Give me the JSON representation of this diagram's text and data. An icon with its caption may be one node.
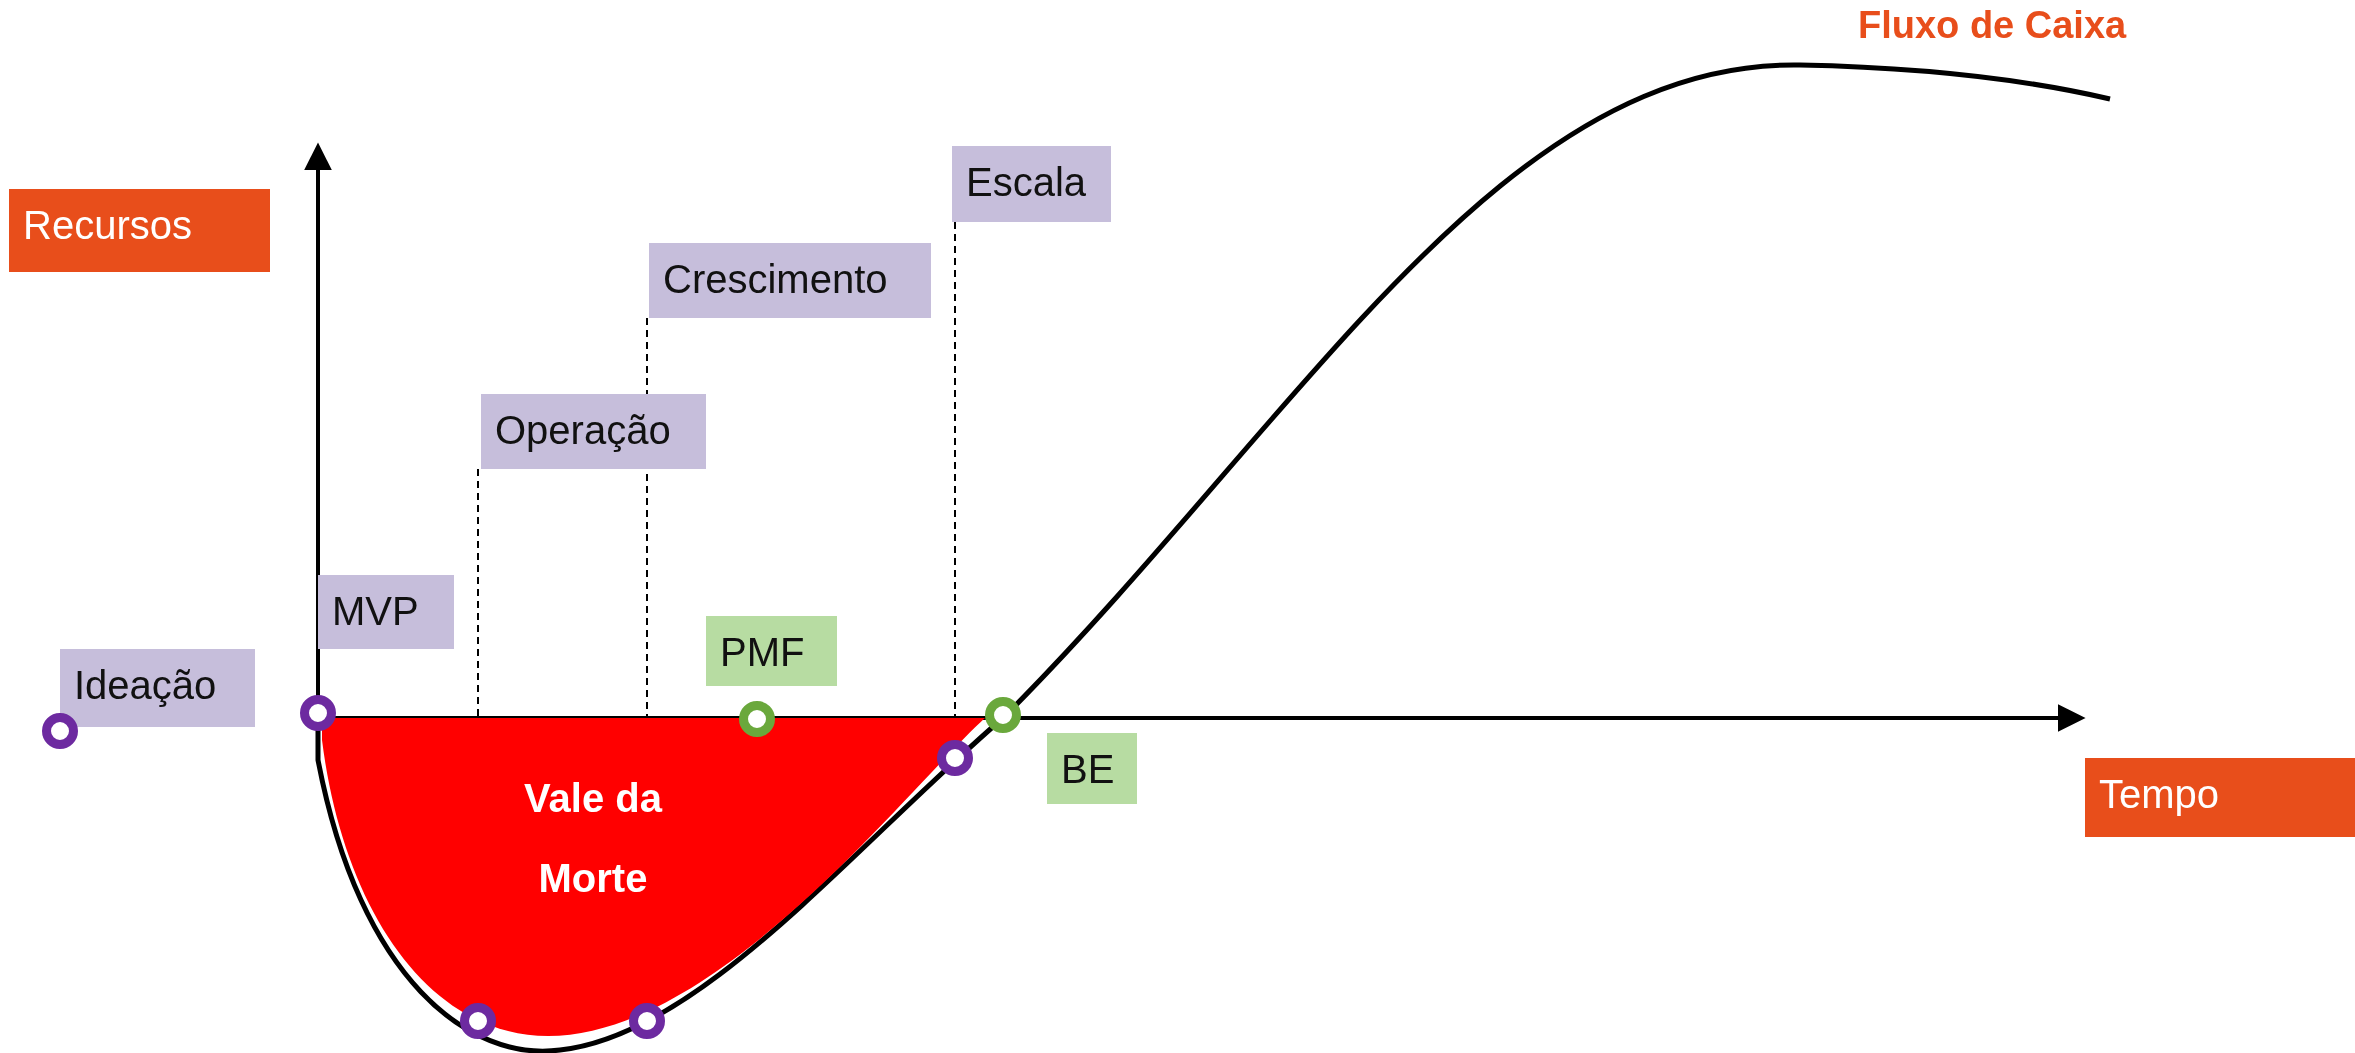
{
  "diagram": {
    "nodes": [
      {
        "text": [
          "Ideação"
        ]
      },
      {
        "text": [
          "MVP"
        ]
      },
      {
        "text": [
          "Operação"
        ]
      },
      {
        "text": [
          "Crescimento"
        ]
      },
      {
        "text": [
          "Escala"
        ]
      },
      {
        "text": [
          "PMF"
        ]
      },
      {
        "text": [
          "BE"
        ]
      },
      {
        "text": [
          "Recursos"
        ]
      },
      {
        "text": [
          "Tempo"
        ]
      },
      {
        "text": [
          "Vale da Morte"
        ]
      },
      {
        "text": [],
        "shape": "circle"
      },
      {
        "text": [],
        "shape": "circle"
      },
      {
        "text": [],
        "shape": "circle"
      },
      {
        "text": [],
        "shape": "circle"
      },
      {
        "text": [],
        "shape": "circle"
      },
      {
        "text": [],
        "shape": "circle"
      },
      {
        "text": [],
        "shape": "circle"
      }
    ],
    "edges": [
      {
        "from": 2,
        "to": 12,
        "arrow": "none",
        "style": "dashed"
      },
      {
        "from": 3,
        "to": 13,
        "arrow": "none",
        "style": "dashed"
      },
      {
        "from": 4,
        "to": 15,
        "arrow": "none",
        "style": "dashed"
      }
    ],
    "labels": [
      "Fluxo de Caixa"
    ]
  }
}
